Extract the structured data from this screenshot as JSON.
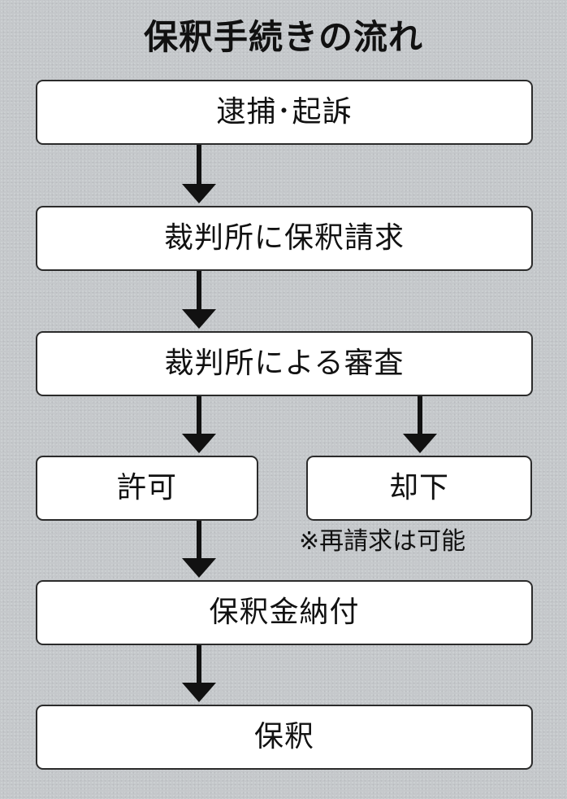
{
  "diagram": {
    "title": "保釈手続きの流れ",
    "steps": {
      "arrest": "逮捕･起訴",
      "request": "裁判所に保釈請求",
      "review": "裁判所による審査",
      "granted": "許可",
      "rejected": "却下",
      "payment": "保釈金納付",
      "release": "保釈"
    },
    "rejected_note": "※再請求は可能"
  },
  "colors": {
    "background": "#c5c8cb",
    "box_fill": "#ffffff",
    "stroke": "#111111"
  }
}
